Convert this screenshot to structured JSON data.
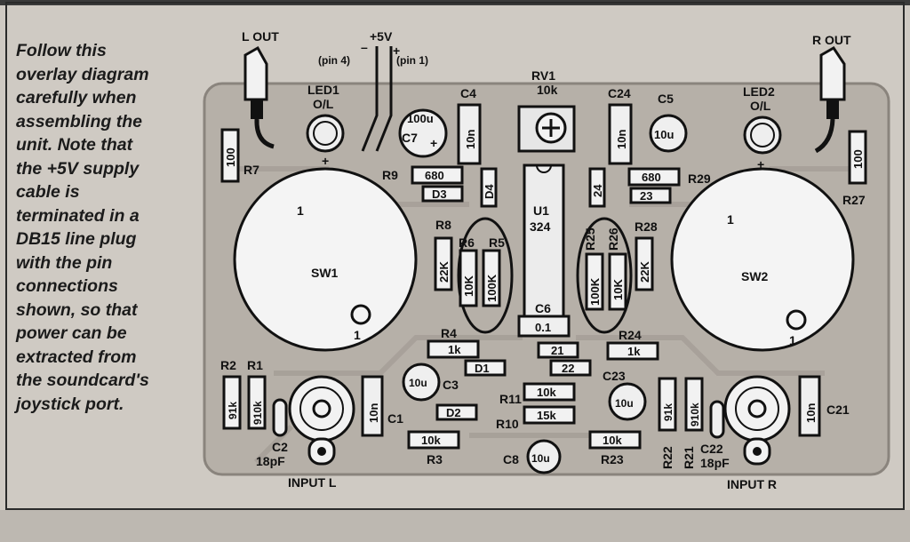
{
  "caption_lines": [
    "Follow this",
    "overlay diagram",
    "carefully when",
    "assembling the",
    "unit. Note that",
    "the +5V supply",
    "cable is",
    "terminated in a",
    "DB15 line plug",
    "with the pin",
    "connections",
    "shown, so that",
    "power can be",
    "extracted from",
    "the soundcard's",
    "joystick port."
  ],
  "labels": {
    "l_out": "L OUT",
    "r_out": "R OUT",
    "plus5v": "+5V",
    "pin4": "(pin 4)",
    "pin1": "(pin 1)",
    "minus": "–",
    "plus": "+",
    "led1": "LED1",
    "led2": "LED2",
    "ol": "O/L",
    "rv1": "RV1",
    "rv1_val": "10k",
    "c4": "C4",
    "c24": "C24",
    "c5": "C5",
    "c7": "C7",
    "c7_val": "100u",
    "c5_val": "10u",
    "v10n": "10n",
    "r7": "R7",
    "r27": "R27",
    "v100": "100",
    "r9": "R9",
    "r29": "R29",
    "v680": "680",
    "d3": "D3",
    "d4": "D4",
    "v24": "24",
    "v23": "23",
    "u1": "U1",
    "u1_val": "324",
    "r8": "R8",
    "r6": "R6",
    "r5": "R5",
    "r25": "R25",
    "r26": "R26",
    "r28": "R28",
    "v22k": "22K",
    "v10k_upper": "10K",
    "v100k": "100K",
    "v10k": "10k",
    "sw1": "SW1",
    "sw2": "SW2",
    "one": "1",
    "c6": "C6",
    "c6_val": "0.1",
    "r4": "R4",
    "r24": "R24",
    "v1k": "1k",
    "v21": "21",
    "v22": "22",
    "d1": "D1",
    "d2": "D2",
    "c3": "C3",
    "c23": "C23",
    "c8": "C8",
    "v10u": "10u",
    "r11": "R11",
    "r10": "R10",
    "v15k": "15k",
    "r3": "R3",
    "r23": "R23",
    "r2": "R2",
    "r1": "R1",
    "r22": "R22",
    "r21": "R21",
    "v91k": "91k",
    "v910k": "910k",
    "c1": "C1",
    "c21": "C21",
    "c2": "C2",
    "c22": "C22",
    "v18pf": "18pF",
    "input_l": "INPUT L",
    "input_r": "INPUT R"
  }
}
